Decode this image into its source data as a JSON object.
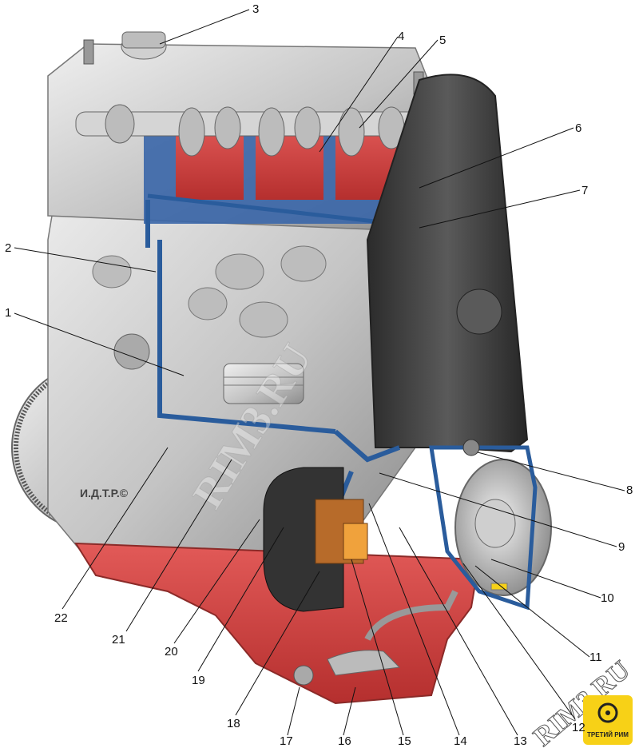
{
  "diagram": {
    "title": "",
    "callouts": [
      {
        "id": "1",
        "label": "1"
      },
      {
        "id": "2",
        "label": "2"
      },
      {
        "id": "3",
        "label": "3"
      },
      {
        "id": "4",
        "label": "4"
      },
      {
        "id": "5",
        "label": "5"
      },
      {
        "id": "6",
        "label": "6"
      },
      {
        "id": "7",
        "label": "7"
      },
      {
        "id": "8",
        "label": "8"
      },
      {
        "id": "9",
        "label": "9"
      },
      {
        "id": "10",
        "label": "10"
      },
      {
        "id": "11",
        "label": "11"
      },
      {
        "id": "12",
        "label": "12"
      },
      {
        "id": "13",
        "label": "13"
      },
      {
        "id": "14",
        "label": "14"
      },
      {
        "id": "15",
        "label": "15"
      },
      {
        "id": "16",
        "label": "16"
      },
      {
        "id": "17",
        "label": "17"
      },
      {
        "id": "18",
        "label": "18"
      },
      {
        "id": "19",
        "label": "19"
      },
      {
        "id": "20",
        "label": "20"
      },
      {
        "id": "21",
        "label": "21"
      },
      {
        "id": "22",
        "label": "22"
      }
    ],
    "engine_stamp": "И.Д.Т.Р.©",
    "watermark_diagonal": "RIM3.RU",
    "watermark_corner": "RIM3.RU",
    "logo_text": "ТРЕТИЙ РИМ"
  },
  "colors": {
    "block_metal": "#c9c9c9",
    "oil_channel": "#2a5c9c",
    "cutaway_red": "#d8403f",
    "belt_cover": "#3d3d3d",
    "oil_filter": "#333333",
    "logo_yellow": "#f7d117"
  }
}
